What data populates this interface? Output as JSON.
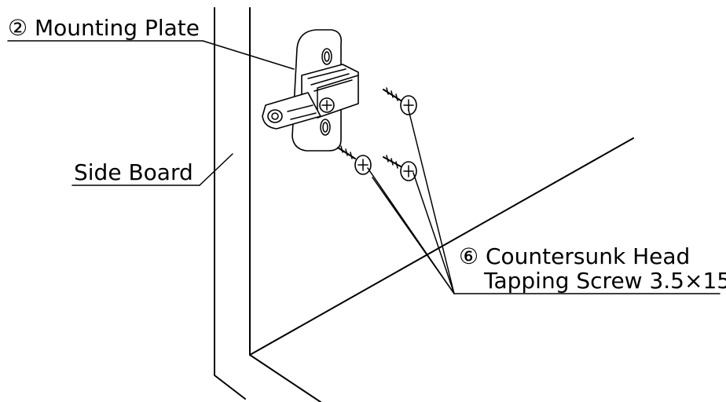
{
  "labels": {
    "mounting_plate": "② Mounting Plate",
    "side_board": "Side Board",
    "screw_line1": "⑥ Countersunk Head",
    "screw_line2": "Tapping Screw 3.5×15"
  }
}
